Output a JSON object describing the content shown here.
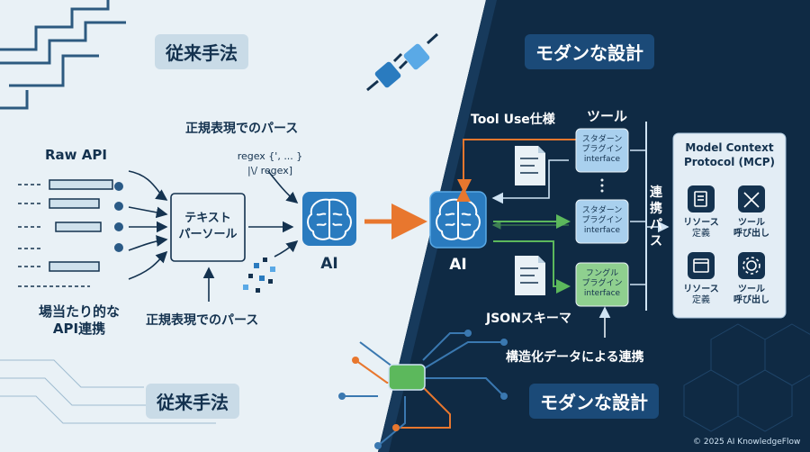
{
  "left": {
    "banner_top": "従来手法",
    "banner_bottom": "従来手法",
    "raw_api": "Raw API",
    "adhoc_line1": "場当たり的な",
    "adhoc_line2": "API連携",
    "parser_line1": "テキスト",
    "parser_line2": "パーソール",
    "regex_top": "正規表現でのパース",
    "regex_bottom": "正規表現でのパース",
    "regex_code1": "regex {', ... }",
    "regex_code2": "|\\/ regex]",
    "ai": "AI"
  },
  "right": {
    "banner_top": "モダンな設計",
    "banner_bottom": "モダンな設計",
    "tool_use_spec": "Tool Use仕様",
    "tools_heading": "ツール",
    "link_path": "連携パス",
    "plugin1_line1": "スタダーン",
    "plugin1_line2": "プラグイン",
    "plugin1_line3": "interface",
    "plugin2_line1": "スタダーン",
    "plugin2_line2": "プラグイン",
    "plugin2_line3": "interface",
    "plugin3_line1": "フングル",
    "plugin3_line2": "プラグイン",
    "plugin3_line3": "interface",
    "ai": "AI",
    "json_schema": "JSONスキーマ",
    "structured": "構造化データによる連携",
    "mcp_title1": "Model Context",
    "mcp_title2": "Protocol (MCP)",
    "mcp_item1_line1": "リソース",
    "mcp_item1_line2": "定義",
    "mcp_item2_line1": "ツール",
    "mcp_item2_line2": "呼び出し",
    "mcp_item3_line1": "リソース",
    "mcp_item3_line2": "定義",
    "mcp_item4_line1": "ツール",
    "mcp_item4_line2": "呼び出し"
  },
  "footer": {
    "copyright": "© 2025 AI KnowledgeFlow"
  },
  "colors": {
    "left_bg": "#e9f1f6",
    "right_bg": "#0f2a44",
    "accent_orange": "#e8772e",
    "accent_green": "#5cb85c",
    "ai_blue": "#2a7bbf"
  }
}
